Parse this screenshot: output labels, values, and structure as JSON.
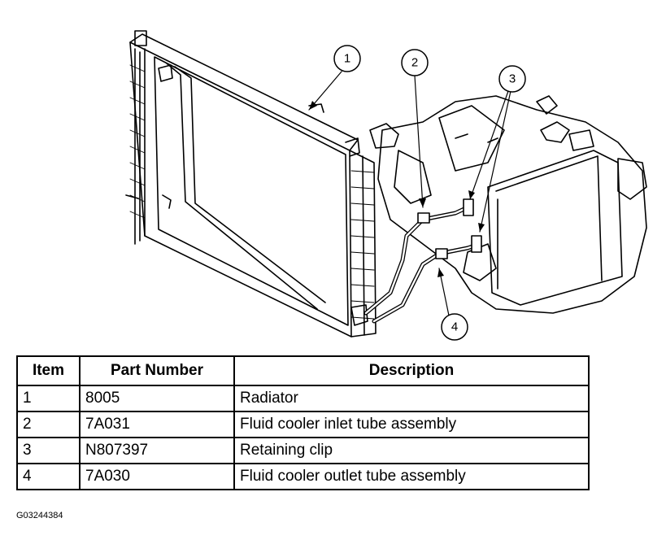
{
  "callouts": [
    {
      "number": "1"
    },
    {
      "number": "2"
    },
    {
      "number": "3"
    },
    {
      "number": "4"
    }
  ],
  "table": {
    "headers": {
      "item": "Item",
      "part_number": "Part Number",
      "description": "Description"
    },
    "rows": [
      {
        "item": "1",
        "part_number": "8005",
        "description": "Radiator"
      },
      {
        "item": "2",
        "part_number": "7A031",
        "description": "Fluid cooler inlet tube assembly"
      },
      {
        "item": "3",
        "part_number": "N807397",
        "description": "Retaining clip"
      },
      {
        "item": "4",
        "part_number": "7A030",
        "description": "Fluid cooler outlet tube assembly"
      }
    ]
  },
  "figure_code": "G03244384"
}
